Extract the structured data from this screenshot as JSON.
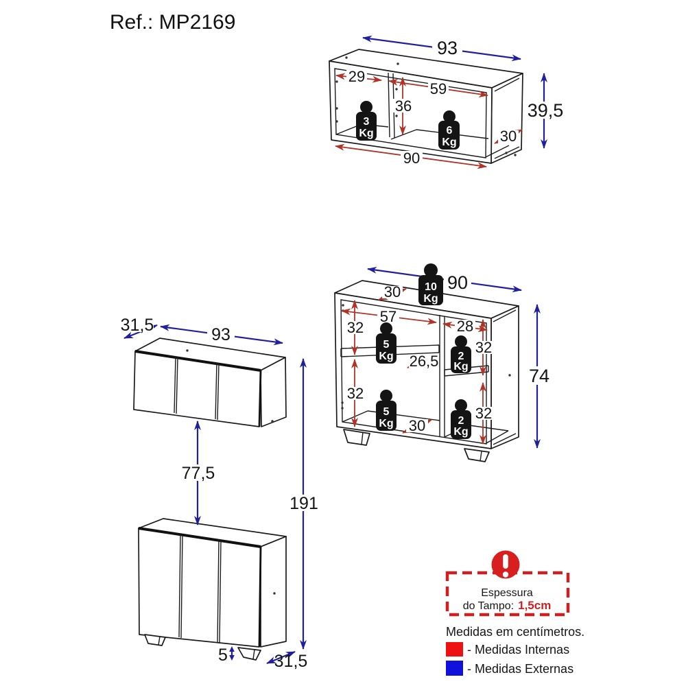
{
  "title": "Ref.: MP2169",
  "colors": {
    "internal_dim_arrow": "#b13328",
    "external_dim_arrow": "#20209e",
    "legend_internal": "#ee1111",
    "legend_external": "#1111dd",
    "warning_red": "#d81e1e"
  },
  "wall_cabinet": {
    "external_width": "93",
    "external_height": "39,5",
    "internal_left_width": "29",
    "internal_right_width": "59",
    "internal_height": "36",
    "internal_depth": "30",
    "internal_width": "90",
    "left_load": {
      "value": "3",
      "unit": "Kg"
    },
    "right_load": {
      "value": "6",
      "unit": "Kg"
    }
  },
  "base_cabinet": {
    "external_width": "90",
    "external_height": "74",
    "top_load": {
      "value": "10",
      "unit": "Kg"
    },
    "internal_top_depth": "30",
    "internal_left_width": "57",
    "internal_right_width": "28",
    "internal_left_upper_height": "32",
    "internal_left_lower_height": "32",
    "internal_right_upper_height": "32",
    "internal_right_lower_height": "32",
    "shelf_depth": "26,5",
    "internal_bottom_depth": "30",
    "left_upper_load": {
      "value": "5",
      "unit": "Kg"
    },
    "right_upper_load": {
      "value": "2",
      "unit": "Kg"
    },
    "left_lower_load": {
      "value": "5",
      "unit": "Kg"
    },
    "right_lower_load": {
      "value": "2",
      "unit": "Kg"
    }
  },
  "assembled_set": {
    "wall_cabinet_depth": "31,5",
    "wall_cabinet_width": "93",
    "gap_height": "77,5",
    "total_height": "191",
    "foot_height": "5",
    "base_cabinet_depth": "31,5"
  },
  "info_box": {
    "line1": "Espessura",
    "line2": "do Tampo:",
    "value": "1,5cm"
  },
  "legend": {
    "units_note": "Medidas em centímetros.",
    "internal": "- Medidas Internas",
    "external": "- Medidas Externas"
  }
}
